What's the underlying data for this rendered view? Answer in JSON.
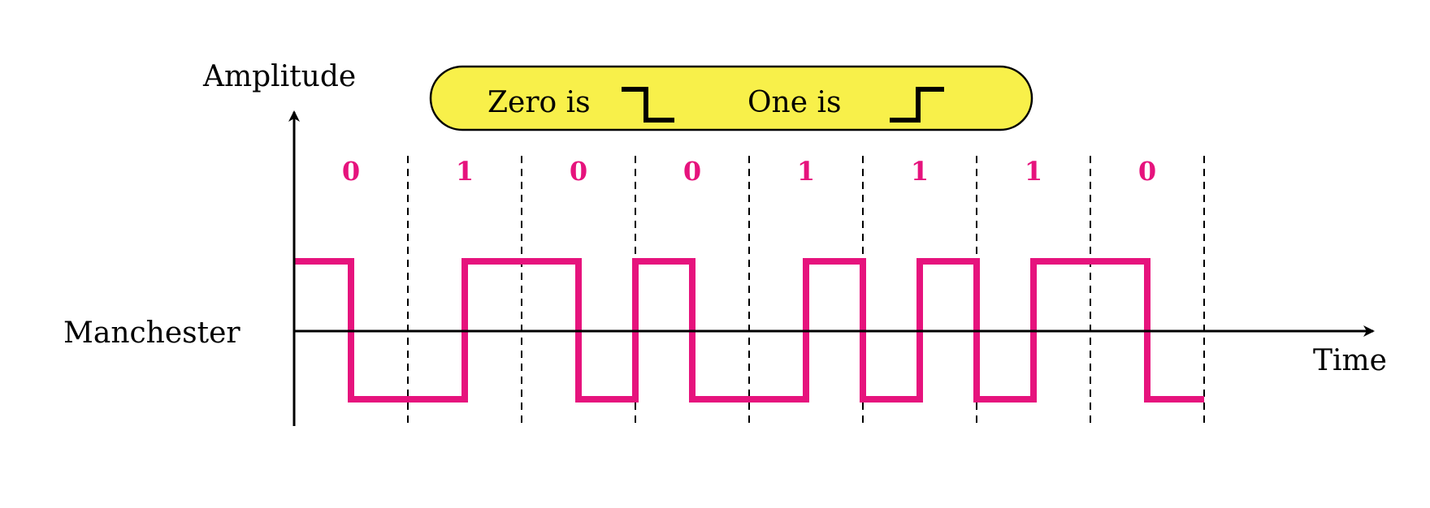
{
  "labels": {
    "y_axis": "Amplitude",
    "x_axis": "Time",
    "signal": "Manchester"
  },
  "legend": {
    "zero_text": "Zero is",
    "one_text": "One is"
  },
  "bits": [
    "0",
    "1",
    "0",
    "0",
    "1",
    "1",
    "1",
    "0"
  ],
  "colors": {
    "signal": "#e6137d",
    "legend_fill": "#f8f04a",
    "axis": "#000000"
  }
}
